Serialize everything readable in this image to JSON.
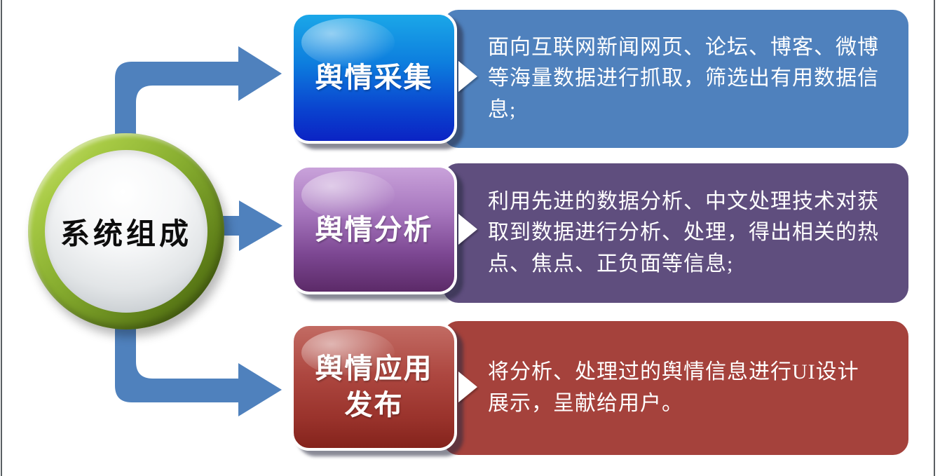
{
  "hub": {
    "label": "系统组成"
  },
  "rows": [
    {
      "id": "collection",
      "title": "舆情采集",
      "description": "面向互联网新闻网页、论坛、博客、微博等海量数据进行抓取，筛选出有用数据信息;"
    },
    {
      "id": "analysis",
      "title": "舆情分析",
      "description": "利用先进的数据分析、中文处理技术对获取到数据进行分析、处理，得出相关的热点、焦点、正负面等信息;"
    },
    {
      "id": "publish",
      "title": "舆情应用发布",
      "description": "将分析、处理过的舆情信息进行UI设计展示，呈献给用户。"
    }
  ],
  "palette": {
    "connector_blue": "#4F81BD",
    "desc_box_blue": "#4F81BD",
    "desc_box_purple": "#5F4E7E",
    "desc_box_red": "#A5423C",
    "label_blue_top": "#1BA7E8",
    "label_blue_bottom": "#0B23C4",
    "label_purple_top": "#C9A2DA",
    "label_purple_bottom": "#5C2A68",
    "label_red_top": "#C26B63",
    "label_red_bottom": "#84231C",
    "hub_ring_green": "#85AB2E",
    "hub_sphere": "#F2F3F4",
    "slide_edge_gray": "#5A5F63"
  }
}
